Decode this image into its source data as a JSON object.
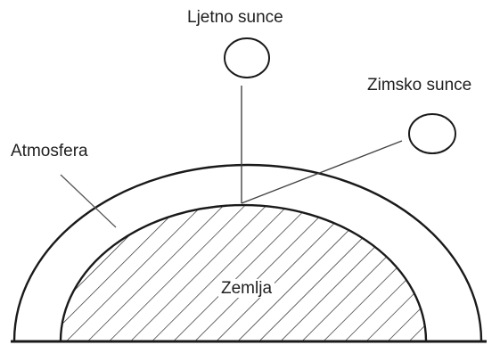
{
  "labels": {
    "summer_sun": "Ljetno sunce",
    "winter_sun": "Zimsko sunce",
    "atmosphere": "Atmosfera",
    "earth": "Zemlja"
  },
  "colors": {
    "stroke": "#1a1a1a",
    "text": "#1f1f1f",
    "background": "#ffffff"
  }
}
